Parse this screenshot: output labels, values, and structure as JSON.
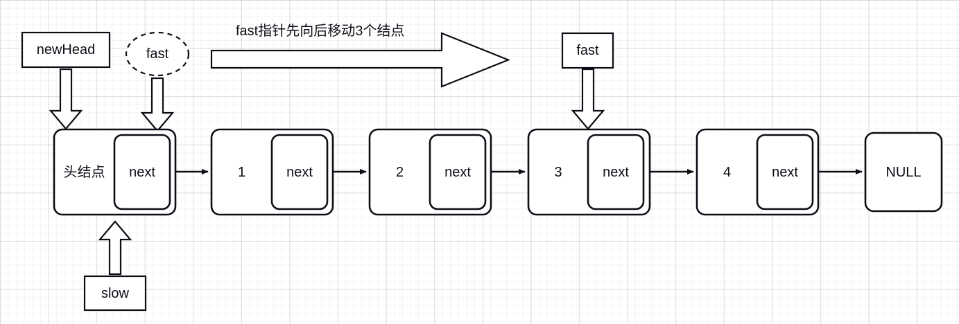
{
  "diagram": {
    "title": "fast指针先向后移动3个结点",
    "pointers": {
      "new_head": "newHead",
      "fast_start": "fast",
      "fast_end": "fast",
      "slow": "slow"
    },
    "nodes": [
      {
        "value": "头结点",
        "next_label": "next"
      },
      {
        "value": "1",
        "next_label": "next"
      },
      {
        "value": "2",
        "next_label": "next"
      },
      {
        "value": "3",
        "next_label": "next"
      },
      {
        "value": "4",
        "next_label": "next"
      }
    ],
    "terminator": "NULL",
    "colors": {
      "stroke": "#0d0d16",
      "fill": "#ffffff",
      "text": "#0d0d16",
      "grid_minor": "#f0f0f0",
      "grid_major": "#e0e0e0"
    }
  }
}
